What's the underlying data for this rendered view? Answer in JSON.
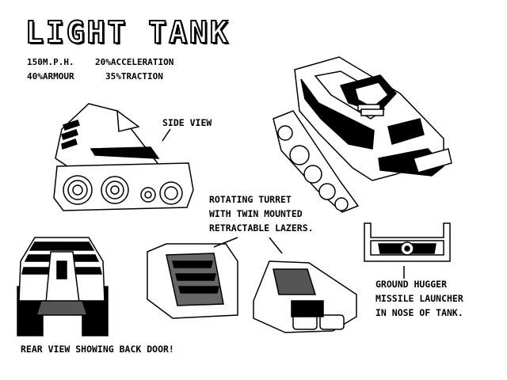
{
  "title": "LIGHT TANK",
  "stats": {
    "speed": "150M.P.H.",
    "acceleration": "20%ACCELERATION",
    "armour": "40%ARMOUR",
    "traction": "35%TRACTION"
  },
  "labels": {
    "side_view": "SIDE VIEW",
    "turret_line1": "ROTATING TURRET",
    "turret_line2": "WITH TWIN MOUNTED",
    "turret_line3": "RETRACTABLE LAZERS.",
    "missile_line1": "GROUND HUGGER",
    "missile_line2": "MISSILE LAUNCHER",
    "missile_line3": "IN NOSE OF TANK.",
    "rear_view": "REAR VIEW SHOWING BACK DOOR!"
  },
  "colors": {
    "ink": "#000000",
    "paper": "#ffffff",
    "shade": "#555555"
  }
}
